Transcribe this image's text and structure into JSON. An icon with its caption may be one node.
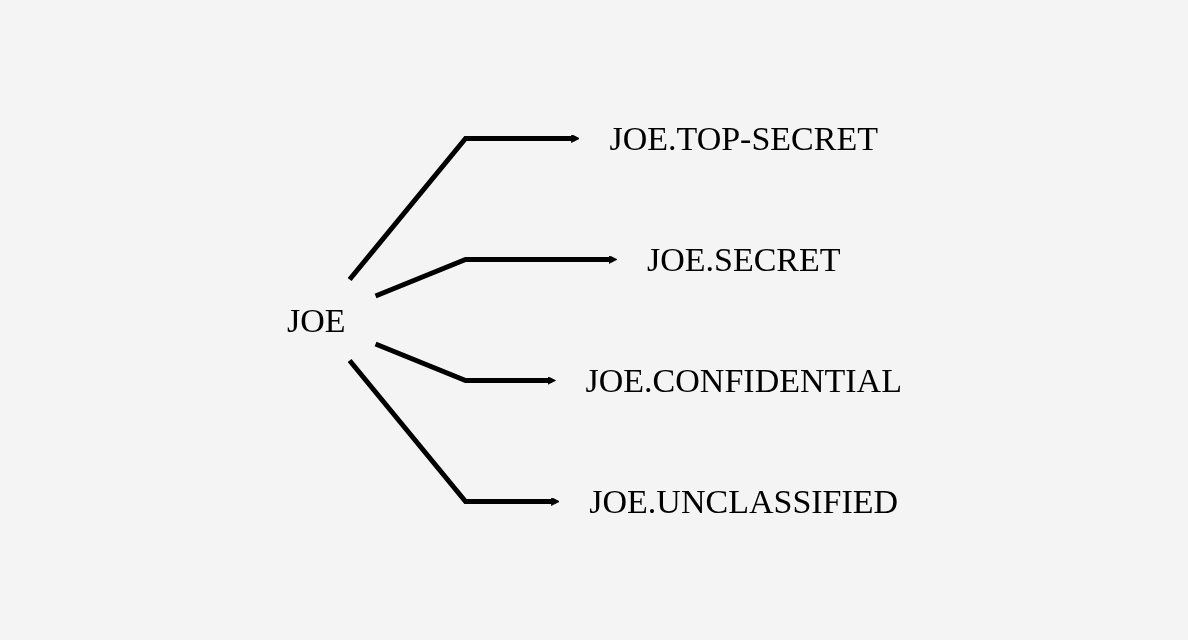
{
  "diagram": {
    "nodes": [
      {
        "text": [
          "JOE"
        ]
      },
      {
        "text": [
          "JOE.TOP-SECRET"
        ]
      },
      {
        "text": [
          "JOE.SECRET"
        ]
      },
      {
        "text": [
          "JOE.CONFIDENTIAL"
        ]
      },
      {
        "text": [
          "JOE.UNCLASSIFIED"
        ]
      }
    ],
    "edges": [
      {
        "from": 0,
        "to": 1,
        "arrow": "to"
      },
      {
        "from": 0,
        "to": 2,
        "arrow": "to"
      },
      {
        "from": 0,
        "to": 3,
        "arrow": "to"
      },
      {
        "from": 0,
        "to": 4,
        "arrow": "to"
      }
    ]
  }
}
